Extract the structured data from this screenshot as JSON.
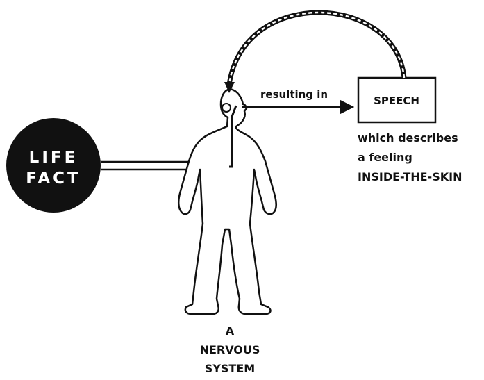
{
  "diagram": {
    "life_fact": {
      "line1": "LIFE",
      "line2": "FACT"
    },
    "connector_label": "resulting in",
    "speech_box": "SPEECH",
    "description": {
      "line1": "which describes",
      "line2": "a feeling",
      "line3": "INSIDE-THE-SKIN"
    },
    "figure_caption": {
      "line1": "A",
      "line2": "NERVOUS",
      "line3": "SYSTEM"
    }
  },
  "colors": {
    "ink": "#111111",
    "background": "#ffffff"
  }
}
